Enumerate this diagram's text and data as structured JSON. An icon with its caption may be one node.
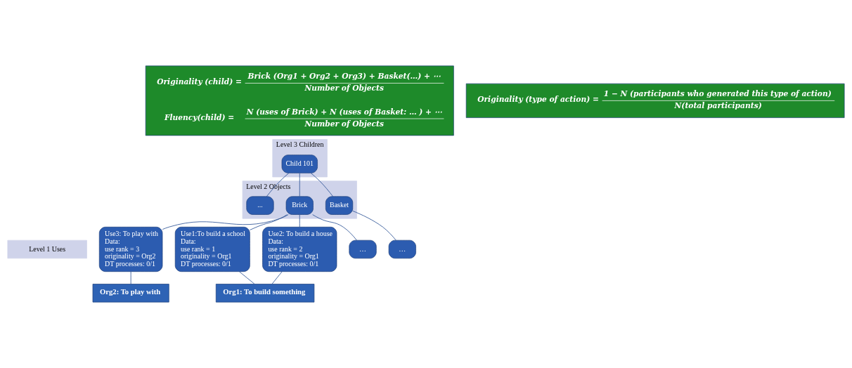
{
  "diagram": {
    "nodes": [
      {
        "text": [
          "Originality (child) =",
          "Brick (Org1 + Org2 + Org3) + Basket(…) + ⋯",
          "Number of Objects",
          "Fluency(child) =",
          "N (uses of Brick) + N (uses of Basket: … ) + ⋯",
          "Number of Objects"
        ]
      },
      {
        "text": [
          "Level 3 Children"
        ]
      },
      {
        "text": [
          "Child 101"
        ],
        "in": 1
      },
      {
        "text": [
          "Level 2 Objects"
        ]
      },
      {
        "text": [
          "Brick"
        ],
        "in": 3
      },
      {
        "text": [
          "Basket"
        ],
        "in": 3
      },
      {
        "text": [
          "..."
        ],
        "in": 3
      },
      {
        "text": [
          "Level 1 Uses"
        ]
      },
      {
        "text": [
          "Use1:To build a school",
          "Data:",
          "use rank = 1",
          "originality = Org1",
          "DT processes: 0/1"
        ]
      },
      {
        "text": [
          "Use2: To build a house",
          "Data:",
          "use rank = 2",
          "originality = Org1",
          "DT processes: 0/1"
        ]
      },
      {
        "text": [
          "Use3: To play with",
          "Data:",
          "use rank = 3",
          "originality = Org2",
          "DT processes: 0/1"
        ]
      },
      {
        "text": [
          "…"
        ]
      },
      {
        "text": [
          "…"
        ]
      },
      {
        "text": [
          "Org1: To build something"
        ]
      },
      {
        "text": [
          "Org2: To play with"
        ]
      },
      {
        "text": [
          "Originality (type of action) =",
          "1 − N (participants who generated this type of action)",
          "N(total participants)"
        ]
      }
    ],
    "edges": [
      {
        "from": 2,
        "to": 4,
        "arrow": "none"
      },
      {
        "from": 2,
        "to": 5,
        "arrow": "none"
      },
      {
        "from": 2,
        "to": 6,
        "arrow": "none"
      },
      {
        "from": 4,
        "to": 8,
        "arrow": "none"
      },
      {
        "from": 4,
        "to": 9,
        "arrow": "none"
      },
      {
        "from": 4,
        "to": 10,
        "arrow": "none"
      },
      {
        "from": 4,
        "to": 11,
        "arrow": "none"
      },
      {
        "from": 5,
        "to": 12,
        "arrow": "none"
      },
      {
        "from": 8,
        "to": 13,
        "arrow": "none"
      },
      {
        "from": 9,
        "to": 13,
        "arrow": "none"
      },
      {
        "from": 10,
        "to": 14,
        "arrow": "none"
      }
    ]
  }
}
